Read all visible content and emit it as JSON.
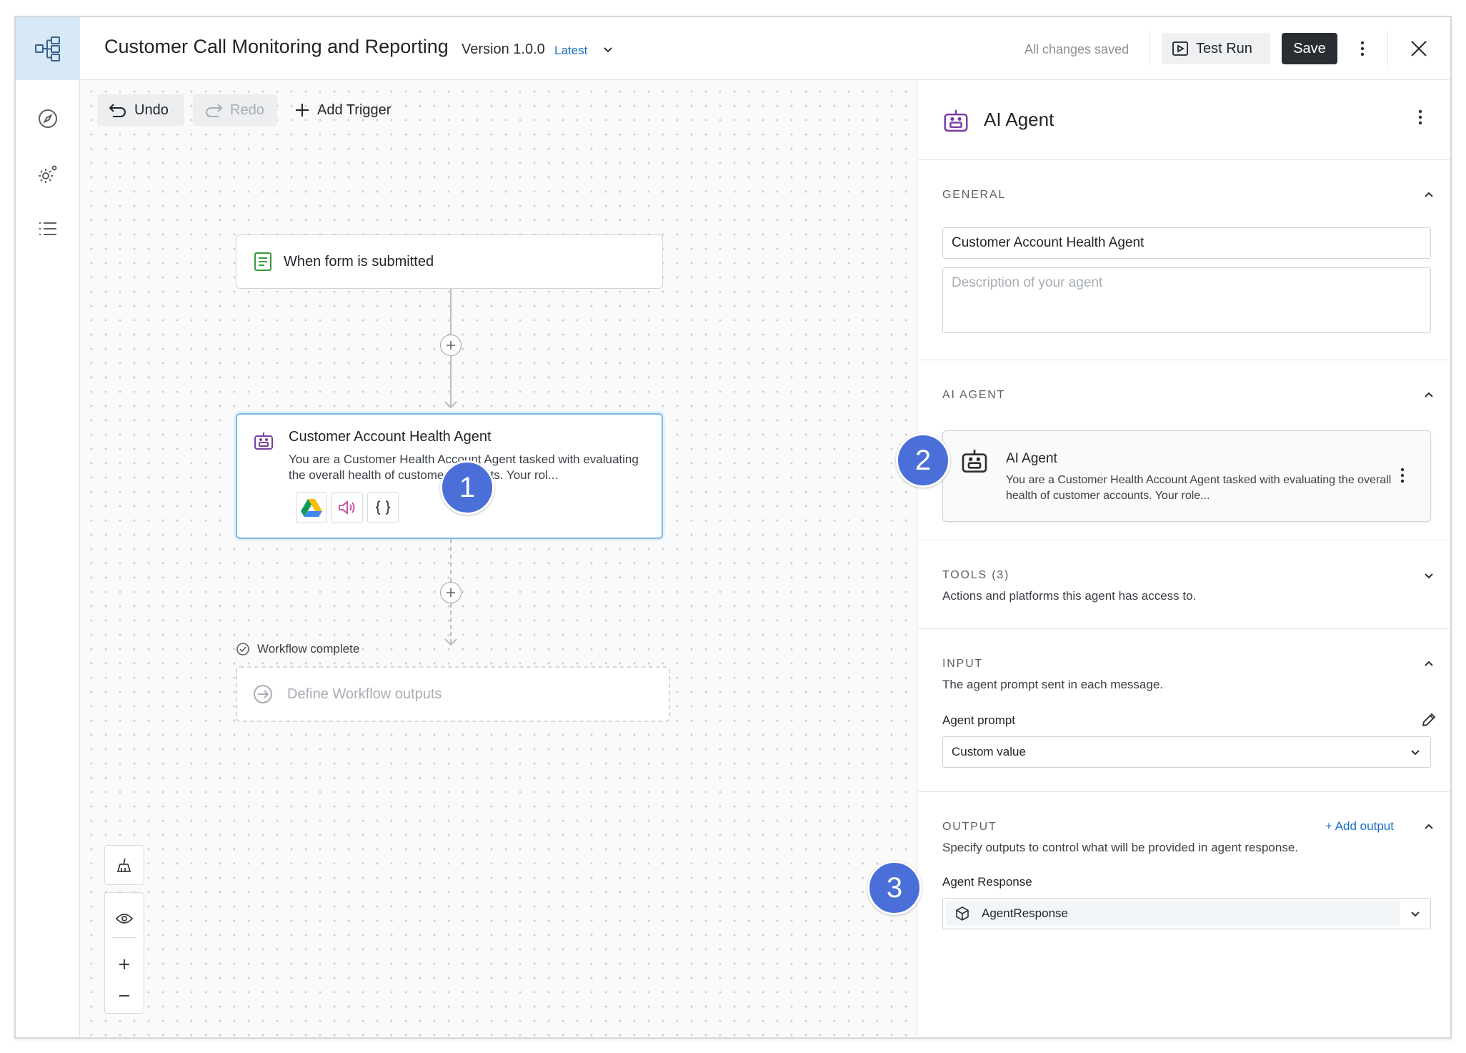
{
  "header": {
    "title": "Customer Call Monitoring and Reporting",
    "version": "Version 1.0.0",
    "version_tag": "Latest",
    "save_status": "All changes saved",
    "test_run_label": "Test Run",
    "save_label": "Save"
  },
  "rail": {
    "items": [
      "workflow-icon",
      "compass-icon",
      "gear-icon",
      "list-icon"
    ]
  },
  "toolbar": {
    "undo_label": "Undo",
    "redo_label": "Redo",
    "add_trigger_label": "Add Trigger"
  },
  "canvas": {
    "trigger_node": {
      "label": "When form is submitted",
      "icon": "form-icon"
    },
    "agent_node": {
      "title": "Customer Account Health Agent",
      "description": "You are a Customer Health Account Agent tasked with evaluating the overall health of customer accounts. Your rol...",
      "tools": [
        "google-drive-icon",
        "speaker-icon",
        "braces-icon"
      ]
    },
    "complete_label": "Workflow complete",
    "outputs_placeholder": "Define Workflow outputs"
  },
  "badges": [
    "1",
    "2",
    "3"
  ],
  "panel": {
    "title": "AI Agent",
    "general": {
      "label": "GENERAL",
      "name_value": "Customer Account Health Agent",
      "description_placeholder": "Description of your agent"
    },
    "ai_agent": {
      "label": "AI AGENT",
      "card_title": "AI Agent",
      "card_description": "You are a Customer Health Account Agent tasked with evaluating the overall health of customer accounts. Your role..."
    },
    "tools": {
      "label": "TOOLS (3)",
      "subtitle": "Actions and platforms this agent has access to."
    },
    "input": {
      "label": "INPUT",
      "subtitle": "The agent prompt sent in each message.",
      "field_label": "Agent prompt",
      "select_value": "Custom value"
    },
    "output": {
      "label": "OUTPUT",
      "add_label": "+ Add output",
      "subtitle": "Specify outputs to control what will be provided in agent response.",
      "field_label": "Agent Response",
      "select_value": "AgentResponse"
    }
  },
  "colors": {
    "accent": "#1a6fc2",
    "badge": "#4a6fd8",
    "agent_icon": "#7b3fa0",
    "trigger_icon": "#3a9a3a",
    "save_button": "#2a2d31"
  }
}
